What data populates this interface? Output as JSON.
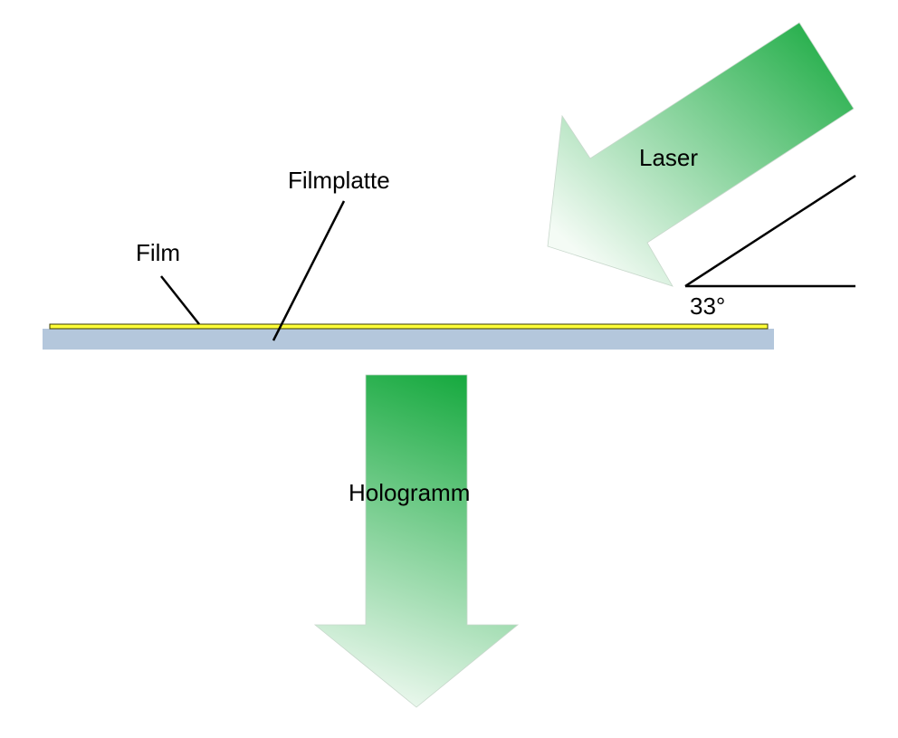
{
  "labels": {
    "laser": "Laser",
    "angle": "33°",
    "filmplatte": "Filmplatte",
    "film": "Film",
    "hologramm": "Hologramm"
  },
  "colors": {
    "arrow_dark": "#13a83c",
    "arrow_light": "#ffffff",
    "plate": "#b4c7dc",
    "film": "#ffff38",
    "film_stroke": "#3a3a00"
  }
}
